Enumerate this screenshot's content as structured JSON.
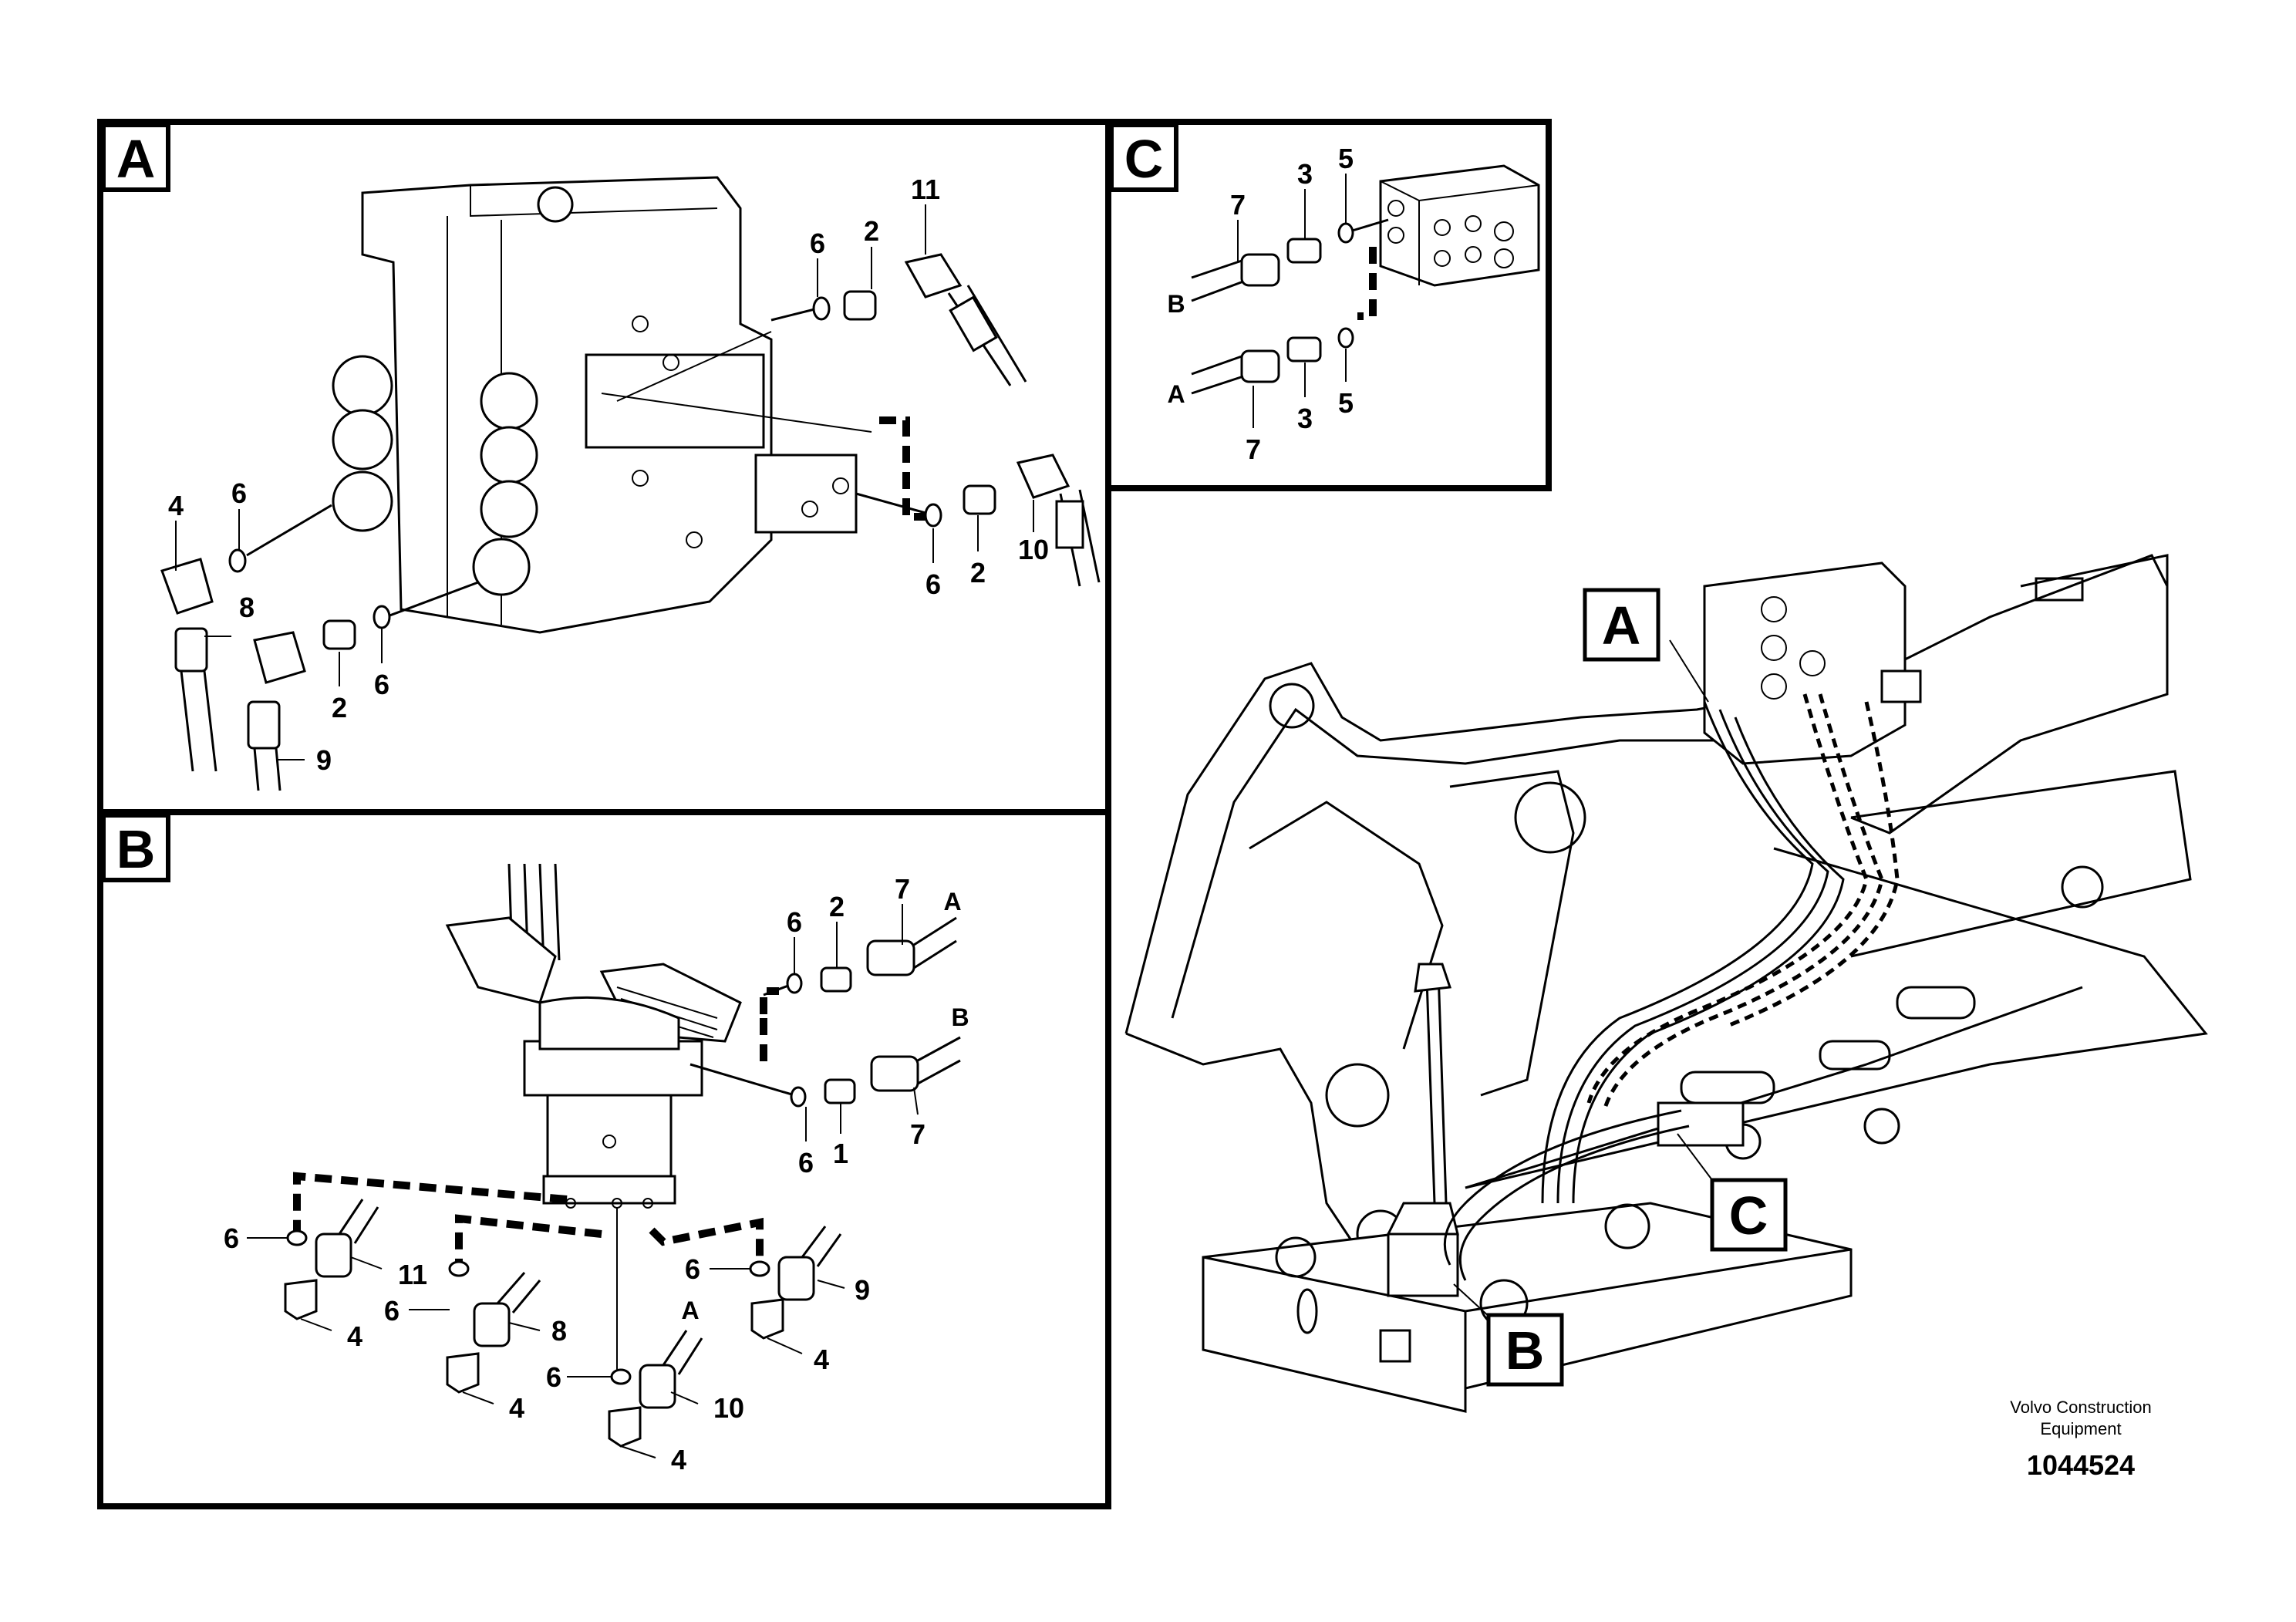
{
  "panels": {
    "a": {
      "letter": "A"
    },
    "b": {
      "letter": "B"
    },
    "c": {
      "letter": "C"
    }
  },
  "callouts_a": [
    "11",
    "2",
    "6",
    "6",
    "4",
    "8",
    "2",
    "6",
    "9",
    "6",
    "2",
    "10"
  ],
  "callouts_b": [
    "7",
    "A",
    "2",
    "6",
    "B",
    "6",
    "1",
    "7",
    "6",
    "11",
    "6",
    "8",
    "6",
    "9",
    "4",
    "4",
    "4",
    "A",
    "6",
    "10",
    "4"
  ],
  "callouts_c": [
    "7",
    "3",
    "5",
    "B",
    "A",
    "7",
    "3",
    "5"
  ],
  "overview_labels": {
    "a": "A",
    "b": "B",
    "c": "C"
  },
  "footer": {
    "credit_line1": "Volvo Construction",
    "credit_line2": "Equipment",
    "doc_number": "1044524"
  }
}
